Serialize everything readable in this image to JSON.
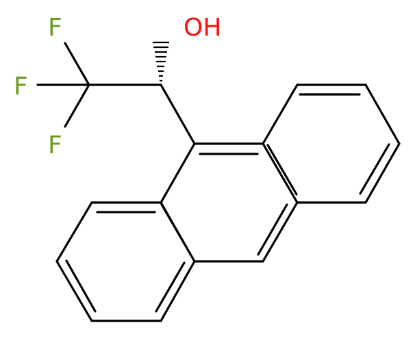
{
  "molecule": {
    "atoms": {
      "hydroxyl": {
        "label": "OH",
        "color": "#ff0d0d"
      },
      "fluorine_top": {
        "label": "F",
        "color": "#6a9a23"
      },
      "fluorine_mid": {
        "label": "F",
        "color": "#6a9a23"
      },
      "fluorine_bottom": {
        "label": "F",
        "color": "#6a9a23"
      }
    },
    "bond_color": "#000000",
    "stereo": "hashed-wedge"
  }
}
